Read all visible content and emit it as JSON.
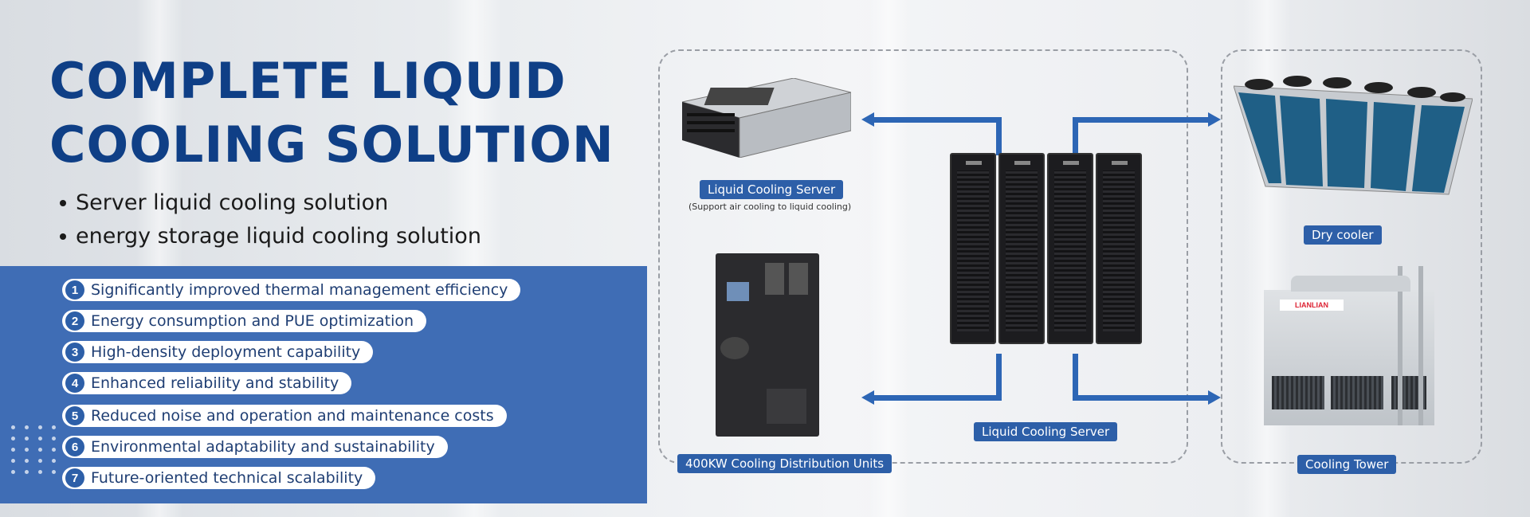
{
  "title": {
    "line1": "COMPLETE LIQUID",
    "line2": "COOLING SOLUTION"
  },
  "bullets": [
    "Server liquid cooling solution",
    "energy storage liquid cooling solution"
  ],
  "features": [
    {
      "num": "1",
      "text": "Significantly improved thermal management efficiency"
    },
    {
      "num": "2",
      "text": "Energy consumption and PUE optimization"
    },
    {
      "num": "3",
      "text": "High-density deployment capability"
    },
    {
      "num": "4",
      "text": "Enhanced reliability and stability"
    },
    {
      "num": "5",
      "text": "Reduced noise and operation and maintenance costs"
    },
    {
      "num": "6",
      "text": "Environmental adaptability and sustainability"
    },
    {
      "num": "7",
      "text": "Future-oriented technical scalability"
    }
  ],
  "diagram": {
    "server_label": "Liquid Cooling Server",
    "server_sublabel": "(Support air cooling to liquid cooling)",
    "cdu_label": "400KW Cooling Distribution Units",
    "rack_label": "Liquid Cooling Server",
    "dry_cooler_label": "Dry cooler",
    "tower_label": "Cooling Tower",
    "tower_brand": "LIANLIAN"
  },
  "colors": {
    "accent": "#2d5fa8",
    "title": "#0f3f86",
    "panel": "#3f6db5",
    "pipe": "#2d66b5"
  }
}
